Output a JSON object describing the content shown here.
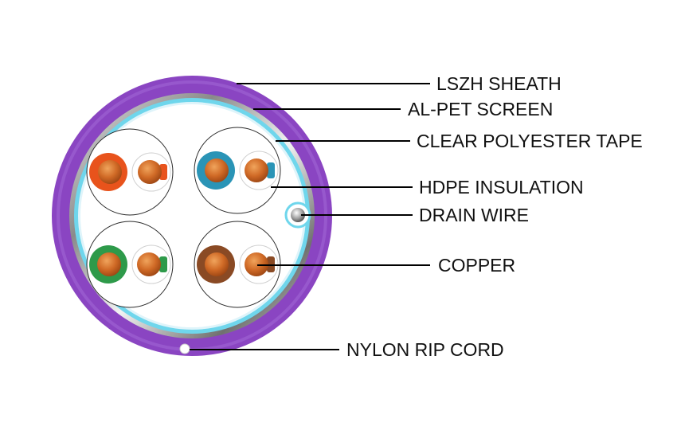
{
  "labels": {
    "sheath": "LSZH SHEATH",
    "screen": "AL-PET SCREEN",
    "tape": "CLEAR POLYESTER TAPE",
    "insulation": "HDPE INSULATION",
    "drain": "DRAIN WIRE",
    "copper": "COPPER",
    "ripcord": "NYLON RIP CORD"
  },
  "colors": {
    "sheath": "#8a45c2",
    "screen": "#b8b8b8",
    "tape": "#6fd6ec",
    "copper": "#c2561a",
    "pair_orange": "#e8531c",
    "pair_blue": "#2a94b6",
    "pair_green": "#2e9a4a",
    "pair_brown": "#8a4a24"
  }
}
